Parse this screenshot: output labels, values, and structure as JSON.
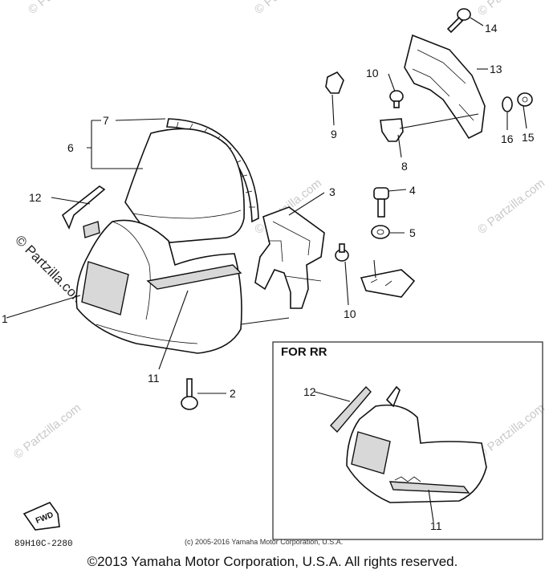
{
  "watermarks": [
    "© Partzilla.com",
    "© Partzilla.com",
    "© Partzilla.com",
    "© Partzilla.com",
    "© Partzilla.com",
    "© Partzilla.com",
    "© Partzilla.com",
    "© Partzilla.com"
  ],
  "callouts": {
    "c1": "1",
    "c2": "2",
    "c3": "3",
    "c4": "4",
    "c5": "5",
    "c6": "6",
    "c7": "7",
    "c8": "8",
    "c9": "9",
    "c10a": "10",
    "c10b": "10",
    "c11a": "11",
    "c11b": "11",
    "c12a": "12",
    "c12b": "12",
    "c13": "13",
    "c14": "14",
    "c15": "15",
    "c16": "16"
  },
  "inset_title": "FOR RR",
  "fwd_label": "FWD",
  "drawing_number": "89H10C-2280",
  "small_copyright": "(c) 2005-2016 Yamaha Motor Corporation, U.S.A.",
  "footer": "©2013 Yamaha Motor Corporation, U.S.A. All rights reserved."
}
